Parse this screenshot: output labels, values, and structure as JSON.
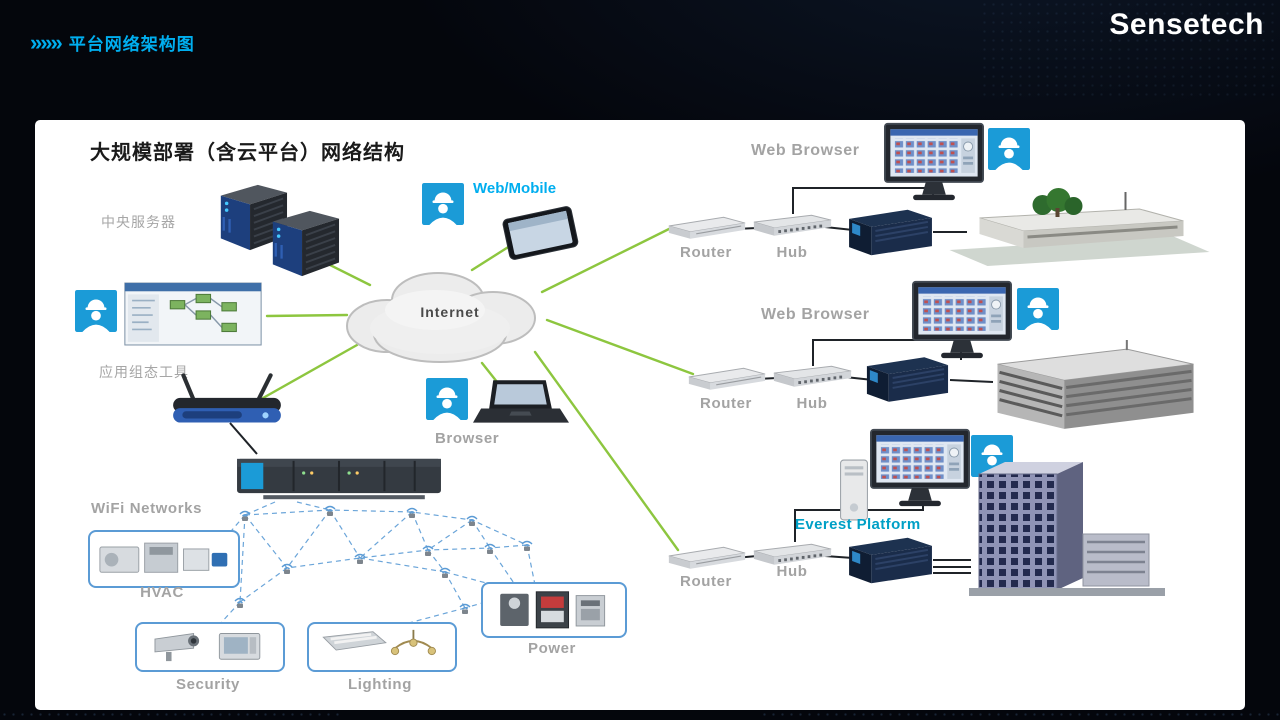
{
  "header": {
    "chevrons": "»»»",
    "title": "平台网络架构图",
    "logo": "Sensetech"
  },
  "diagram": {
    "title": "大规模部署（含云平台）网络结构",
    "internet_label": "Internet",
    "left": {
      "central_server": "中央服务器",
      "app_tool": "应用组态工具",
      "web_mobile": "Web/Mobile",
      "browser": "Browser",
      "wifi_networks": "WiFi Networks"
    },
    "zones": {
      "hvac": "HVAC",
      "security": "Security",
      "lighting": "Lighting",
      "power": "Power"
    },
    "clusters": [
      {
        "label": "Web Browser",
        "router": "Router",
        "hub": "Hub"
      },
      {
        "label": "Web Browser",
        "router": "Router",
        "hub": "Hub"
      },
      {
        "platform": "Everest Platform",
        "router": "Router",
        "hub": "Hub"
      }
    ],
    "colors": {
      "accent_cyan": "#00aeef",
      "platform_teal": "#00a0c6",
      "link_green": "#8dc63f",
      "mesh_blue": "#5b9bd5",
      "label_gray": "#a3a3a3"
    }
  }
}
